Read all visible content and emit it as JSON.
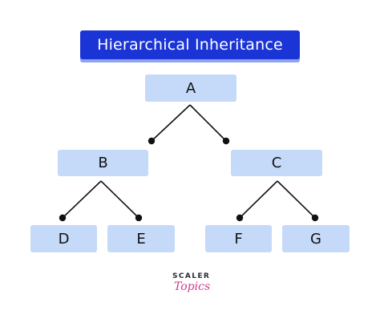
{
  "title": "Hierarchical Inheritance",
  "nodes": {
    "a": "A",
    "b": "B",
    "c": "C",
    "d": "D",
    "e": "E",
    "f": "F",
    "g": "G"
  },
  "edges": [
    [
      "A",
      "B"
    ],
    [
      "A",
      "C"
    ],
    [
      "B",
      "D"
    ],
    [
      "B",
      "E"
    ],
    [
      "C",
      "F"
    ],
    [
      "C",
      "G"
    ]
  ],
  "logo": {
    "top_text": "SCALER",
    "bottom_text": "Topics"
  },
  "colors": {
    "title_background": "#1b34d6",
    "title_shadow": "#8fa3ef",
    "node_fill": "#c5d9f8",
    "edge_color": "#111111",
    "logo_accent": "#d9348f"
  }
}
